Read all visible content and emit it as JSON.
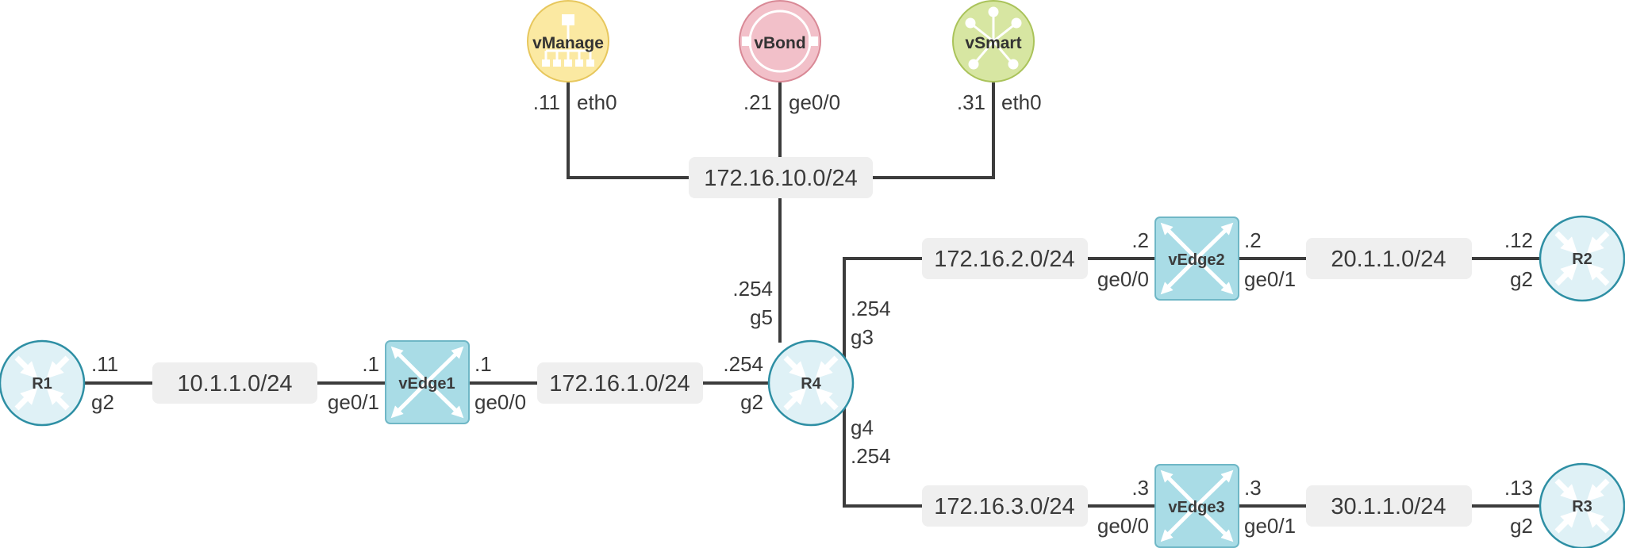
{
  "colors": {
    "wire": "#3c3c3c",
    "router_fill": "#dff1f6",
    "router_stroke": "#2e8fa4",
    "vedge_fill": "#a9dce6",
    "vedge_stroke": "#6fb7c6",
    "vmanage_fill": "#fbe9a2",
    "vbond_fill": "#f2c0c9",
    "vsmart_fill": "#d7e6a2",
    "network_box": "#efefef"
  },
  "controllers": {
    "vmanage": {
      "name": "vManage",
      "icon": "vmanage-icon",
      "ip": ".11",
      "iface": "eth0"
    },
    "vbond": {
      "name": "vBond",
      "icon": "vbond-icon",
      "ip": ".21",
      "iface": "ge0/0"
    },
    "vsmart": {
      "name": "vSmart",
      "icon": "vsmart-icon",
      "ip": ".31",
      "iface": "eth0"
    }
  },
  "networks": {
    "mgmt": "172.16.10.0/24",
    "n10": "10.1.1.0/24",
    "n1721": "172.16.1.0/24",
    "n1722": "172.16.2.0/24",
    "n1723": "172.16.3.0/24",
    "n20": "20.1.1.0/24",
    "n30": "30.1.1.0/24"
  },
  "routers": {
    "r1": {
      "name": "R1",
      "icon": "router-icon",
      "ip": ".11",
      "iface": "g2"
    },
    "r2": {
      "name": "R2",
      "icon": "router-icon",
      "ip": ".12",
      "iface": "g2"
    },
    "r3": {
      "name": "R3",
      "icon": "router-icon",
      "ip": ".13",
      "iface": "g2"
    },
    "r4": {
      "name": "R4",
      "icon": "router-icon",
      "g5": {
        "ip": ".254",
        "iface": "g5"
      },
      "g2": {
        "ip": ".254",
        "iface": "g2"
      },
      "g3": {
        "ip": ".254",
        "iface": "g3"
      },
      "g4": {
        "ip": ".254",
        "iface": "g4"
      }
    }
  },
  "vedges": {
    "vedge1": {
      "name": "vEdge1",
      "icon": "vedge-icon",
      "left_ip": ".1",
      "left_iface": "ge0/1",
      "right_ip": ".1",
      "right_iface": "ge0/0"
    },
    "vedge2": {
      "name": "vEdge2",
      "icon": "vedge-icon",
      "left_ip": ".2",
      "left_iface": "ge0/0",
      "right_ip": ".2",
      "right_iface": "ge0/1"
    },
    "vedge3": {
      "name": "vEdge3",
      "icon": "vedge-icon",
      "left_ip": ".3",
      "left_iface": "ge0/0",
      "right_ip": ".3",
      "right_iface": "ge0/1"
    }
  }
}
